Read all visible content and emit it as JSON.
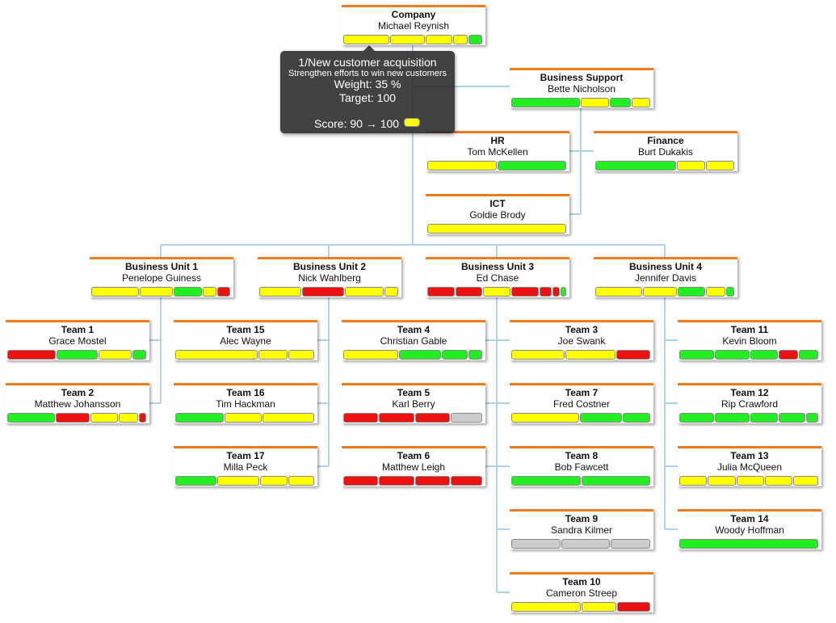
{
  "nodes": [
    {
      "title": "Company",
      "person": "Michael Reynish",
      "kpis": [
        {
          "c": "yellow",
          "w": 3
        },
        {
          "c": "yellow",
          "w": 2.2
        },
        {
          "c": "yellow",
          "w": 1.7
        },
        {
          "c": "yellow",
          "w": 0.9
        },
        {
          "c": "green",
          "w": 0.8
        }
      ]
    },
    {
      "title": "Business Support",
      "person": "Bette Nicholson",
      "kpis": [
        {
          "c": "green",
          "w": 4.4
        },
        {
          "c": "yellow",
          "w": 1.7
        },
        {
          "c": "green",
          "w": 1.3
        },
        {
          "c": "yellow",
          "w": 1.1
        }
      ]
    },
    {
      "title": "HR",
      "person": "Tom McKellen",
      "kpis": [
        {
          "c": "yellow",
          "w": 1
        },
        {
          "c": "green",
          "w": 1
        }
      ]
    },
    {
      "title": "Finance",
      "person": "Burt Dukakis",
      "kpis": [
        {
          "c": "green",
          "w": 3
        },
        {
          "c": "yellow",
          "w": 1
        },
        {
          "c": "yellow",
          "w": 1
        }
      ]
    },
    {
      "title": "ICT",
      "person": "Goldie Brody",
      "kpis": [
        {
          "c": "yellow",
          "w": 1
        }
      ]
    },
    {
      "title": "Business Unit 1",
      "person": "Penelope Guiness",
      "kpis": [
        {
          "c": "yellow",
          "w": 3.3
        },
        {
          "c": "yellow",
          "w": 2.3
        },
        {
          "c": "green",
          "w": 1.9
        },
        {
          "c": "yellow",
          "w": 0.9
        },
        {
          "c": "red",
          "w": 0.8
        }
      ]
    },
    {
      "title": "Business Unit 2",
      "person": "Nick Wahlberg",
      "kpis": [
        {
          "c": "yellow",
          "w": 1.7
        },
        {
          "c": "red",
          "w": 1.7
        },
        {
          "c": "yellow",
          "w": 1.6
        },
        {
          "c": "yellow",
          "w": 0.5
        }
      ]
    },
    {
      "title": "Business Unit 3",
      "person": "Ed Chase",
      "kpis": [
        {
          "c": "red",
          "w": 3
        },
        {
          "c": "red",
          "w": 3
        },
        {
          "c": "yellow",
          "w": 3
        },
        {
          "c": "red",
          "w": 3
        },
        {
          "c": "red",
          "w": 1.3
        },
        {
          "c": "red",
          "w": 0.6
        },
        {
          "c": "green",
          "w": 0.5
        }
      ]
    },
    {
      "title": "Business Unit 4",
      "person": "Jennifer Davis",
      "kpis": [
        {
          "c": "yellow",
          "w": 3
        },
        {
          "c": "yellow",
          "w": 2.1
        },
        {
          "c": "green",
          "w": 1.7
        },
        {
          "c": "yellow",
          "w": 1.2
        },
        {
          "c": "green",
          "w": 0.4
        }
      ]
    },
    {
      "title": "Team 1",
      "person": "Grace Mostel",
      "kpis": [
        {
          "c": "red",
          "w": 3.1
        },
        {
          "c": "green",
          "w": 2.6
        },
        {
          "c": "yellow",
          "w": 2.1
        },
        {
          "c": "green",
          "w": 0.8
        }
      ]
    },
    {
      "title": "Team 2",
      "person": "Matthew Johansson",
      "kpis": [
        {
          "c": "green",
          "w": 3.1
        },
        {
          "c": "red",
          "w": 2.2
        },
        {
          "c": "yellow",
          "w": 1.7
        },
        {
          "c": "yellow",
          "w": 1.2
        },
        {
          "c": "red",
          "w": 0.4
        }
      ]
    },
    {
      "title": "Team 15",
      "person": "Alec Wayne",
      "kpis": [
        {
          "c": "yellow",
          "w": 3
        },
        {
          "c": "yellow",
          "w": 1
        },
        {
          "c": "yellow",
          "w": 0.9
        }
      ]
    },
    {
      "title": "Team 16",
      "person": "Tim Hackman",
      "kpis": [
        {
          "c": "green",
          "w": 1.3
        },
        {
          "c": "yellow",
          "w": 1
        },
        {
          "c": "yellow",
          "w": 1.4
        }
      ]
    },
    {
      "title": "Team 17",
      "person": "Milla Peck",
      "kpis": [
        {
          "c": "green",
          "w": 1.5
        },
        {
          "c": "yellow",
          "w": 1.5
        },
        {
          "c": "yellow",
          "w": 1
        },
        {
          "c": "yellow",
          "w": 0.9
        }
      ]
    },
    {
      "title": "Team 4",
      "person": "Christian Gable",
      "kpis": [
        {
          "c": "yellow",
          "w": 3.5
        },
        {
          "c": "green",
          "w": 2.6
        },
        {
          "c": "green",
          "w": 1.6
        },
        {
          "c": "green",
          "w": 0.8
        }
      ]
    },
    {
      "title": "Team 5",
      "person": "Karl Berry",
      "kpis": [
        {
          "c": "red",
          "w": 1
        },
        {
          "c": "red",
          "w": 1
        },
        {
          "c": "red",
          "w": 1
        },
        {
          "c": "gray",
          "w": 0.9
        }
      ]
    },
    {
      "title": "Team 6",
      "person": "Matthew Leigh",
      "kpis": [
        {
          "c": "red",
          "w": 1
        },
        {
          "c": "red",
          "w": 1
        },
        {
          "c": "red",
          "w": 1
        },
        {
          "c": "red",
          "w": 0.9
        }
      ]
    },
    {
      "title": "Team 3",
      "person": "Joe Swank",
      "kpis": [
        {
          "c": "yellow",
          "w": 1.6
        },
        {
          "c": "yellow",
          "w": 1.5
        },
        {
          "c": "red",
          "w": 1
        }
      ]
    },
    {
      "title": "Team 7",
      "person": "Fred Costner",
      "kpis": [
        {
          "c": "yellow",
          "w": 2.6
        },
        {
          "c": "green",
          "w": 1.6
        },
        {
          "c": "green",
          "w": 1
        }
      ]
    },
    {
      "title": "Team 8",
      "person": "Bob Fawcett",
      "kpis": [
        {
          "c": "green",
          "w": 1
        },
        {
          "c": "green",
          "w": 1
        }
      ]
    },
    {
      "title": "Team 9",
      "person": "Sandra Kilmer",
      "kpis": [
        {
          "c": "gray",
          "w": 1
        },
        {
          "c": "gray",
          "w": 1
        },
        {
          "c": "gray",
          "w": 0.8
        }
      ]
    },
    {
      "title": "Team 10",
      "person": "Cameron Streep",
      "kpis": [
        {
          "c": "yellow",
          "w": 2.6
        },
        {
          "c": "yellow",
          "w": 1.3
        },
        {
          "c": "red",
          "w": 1.2
        }
      ]
    },
    {
      "title": "Team 11",
      "person": "Kevin Bloom",
      "kpis": [
        {
          "c": "green",
          "w": 1.3
        },
        {
          "c": "green",
          "w": 1.3
        },
        {
          "c": "green",
          "w": 1
        },
        {
          "c": "red",
          "w": 0.7
        },
        {
          "c": "green",
          "w": 0.7
        }
      ]
    },
    {
      "title": "Team 12",
      "person": "Rip Crawford",
      "kpis": [
        {
          "c": "green",
          "w": 1.3
        },
        {
          "c": "green",
          "w": 1.3
        },
        {
          "c": "green",
          "w": 1
        },
        {
          "c": "green",
          "w": 1
        },
        {
          "c": "green",
          "w": 0.4
        }
      ]
    },
    {
      "title": "Team 13",
      "person": "Julia McQueen",
      "kpis": [
        {
          "c": "yellow",
          "w": 1
        },
        {
          "c": "yellow",
          "w": 1
        },
        {
          "c": "yellow",
          "w": 1
        },
        {
          "c": "yellow",
          "w": 1
        },
        {
          "c": "yellow",
          "w": 0.9
        }
      ]
    },
    {
      "title": "Team 14",
      "person": "Woody Hoffman",
      "kpis": [
        {
          "c": "green",
          "w": 1
        }
      ]
    }
  ],
  "tooltip": {
    "title": "1/New customer acquisition",
    "description": "Strengthen efforts to win new customers",
    "weight": "Weight: 35 %",
    "target": "Target: 100",
    "score": "Score: 90 → 100",
    "score_color": "yellow"
  },
  "colors": {
    "header_accent": "#f07a1e",
    "connector": "#aed3e6",
    "green": "#22ee22",
    "yellow": "#ffff00",
    "red": "#ee1111",
    "gray": "#cccccc"
  }
}
